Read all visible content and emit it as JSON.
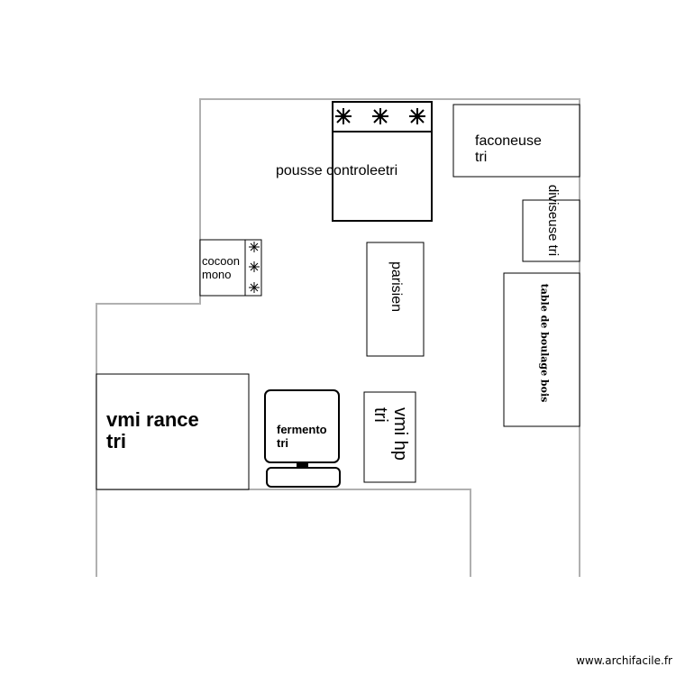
{
  "plan": {
    "rooms": {
      "pousse_controle": {
        "label": "pousse controleetri",
        "star_count": 3
      },
      "faconeuse": {
        "line1": "faconeuse",
        "line2": "tri"
      },
      "diviseuse": {
        "label": "diviseuse tri"
      },
      "cocoon": {
        "line1": "cocoon",
        "line2": "mono",
        "star_count": 3
      },
      "parisien": {
        "label": "parisien"
      },
      "table_boulage": {
        "label": "table de boulage bois"
      },
      "vmi_rance": {
        "line1": "vmi rance",
        "line2": "tri"
      },
      "fermento": {
        "line1": "fermento",
        "line2": "tri"
      },
      "vmi_hp": {
        "line1": "vmi hp",
        "line2": "tri"
      }
    },
    "colors": {
      "wall": "#b0b0b0",
      "furniture_stroke": "#000000",
      "background": "#ffffff"
    }
  },
  "watermark": {
    "text": "www.archifacile.fr"
  }
}
